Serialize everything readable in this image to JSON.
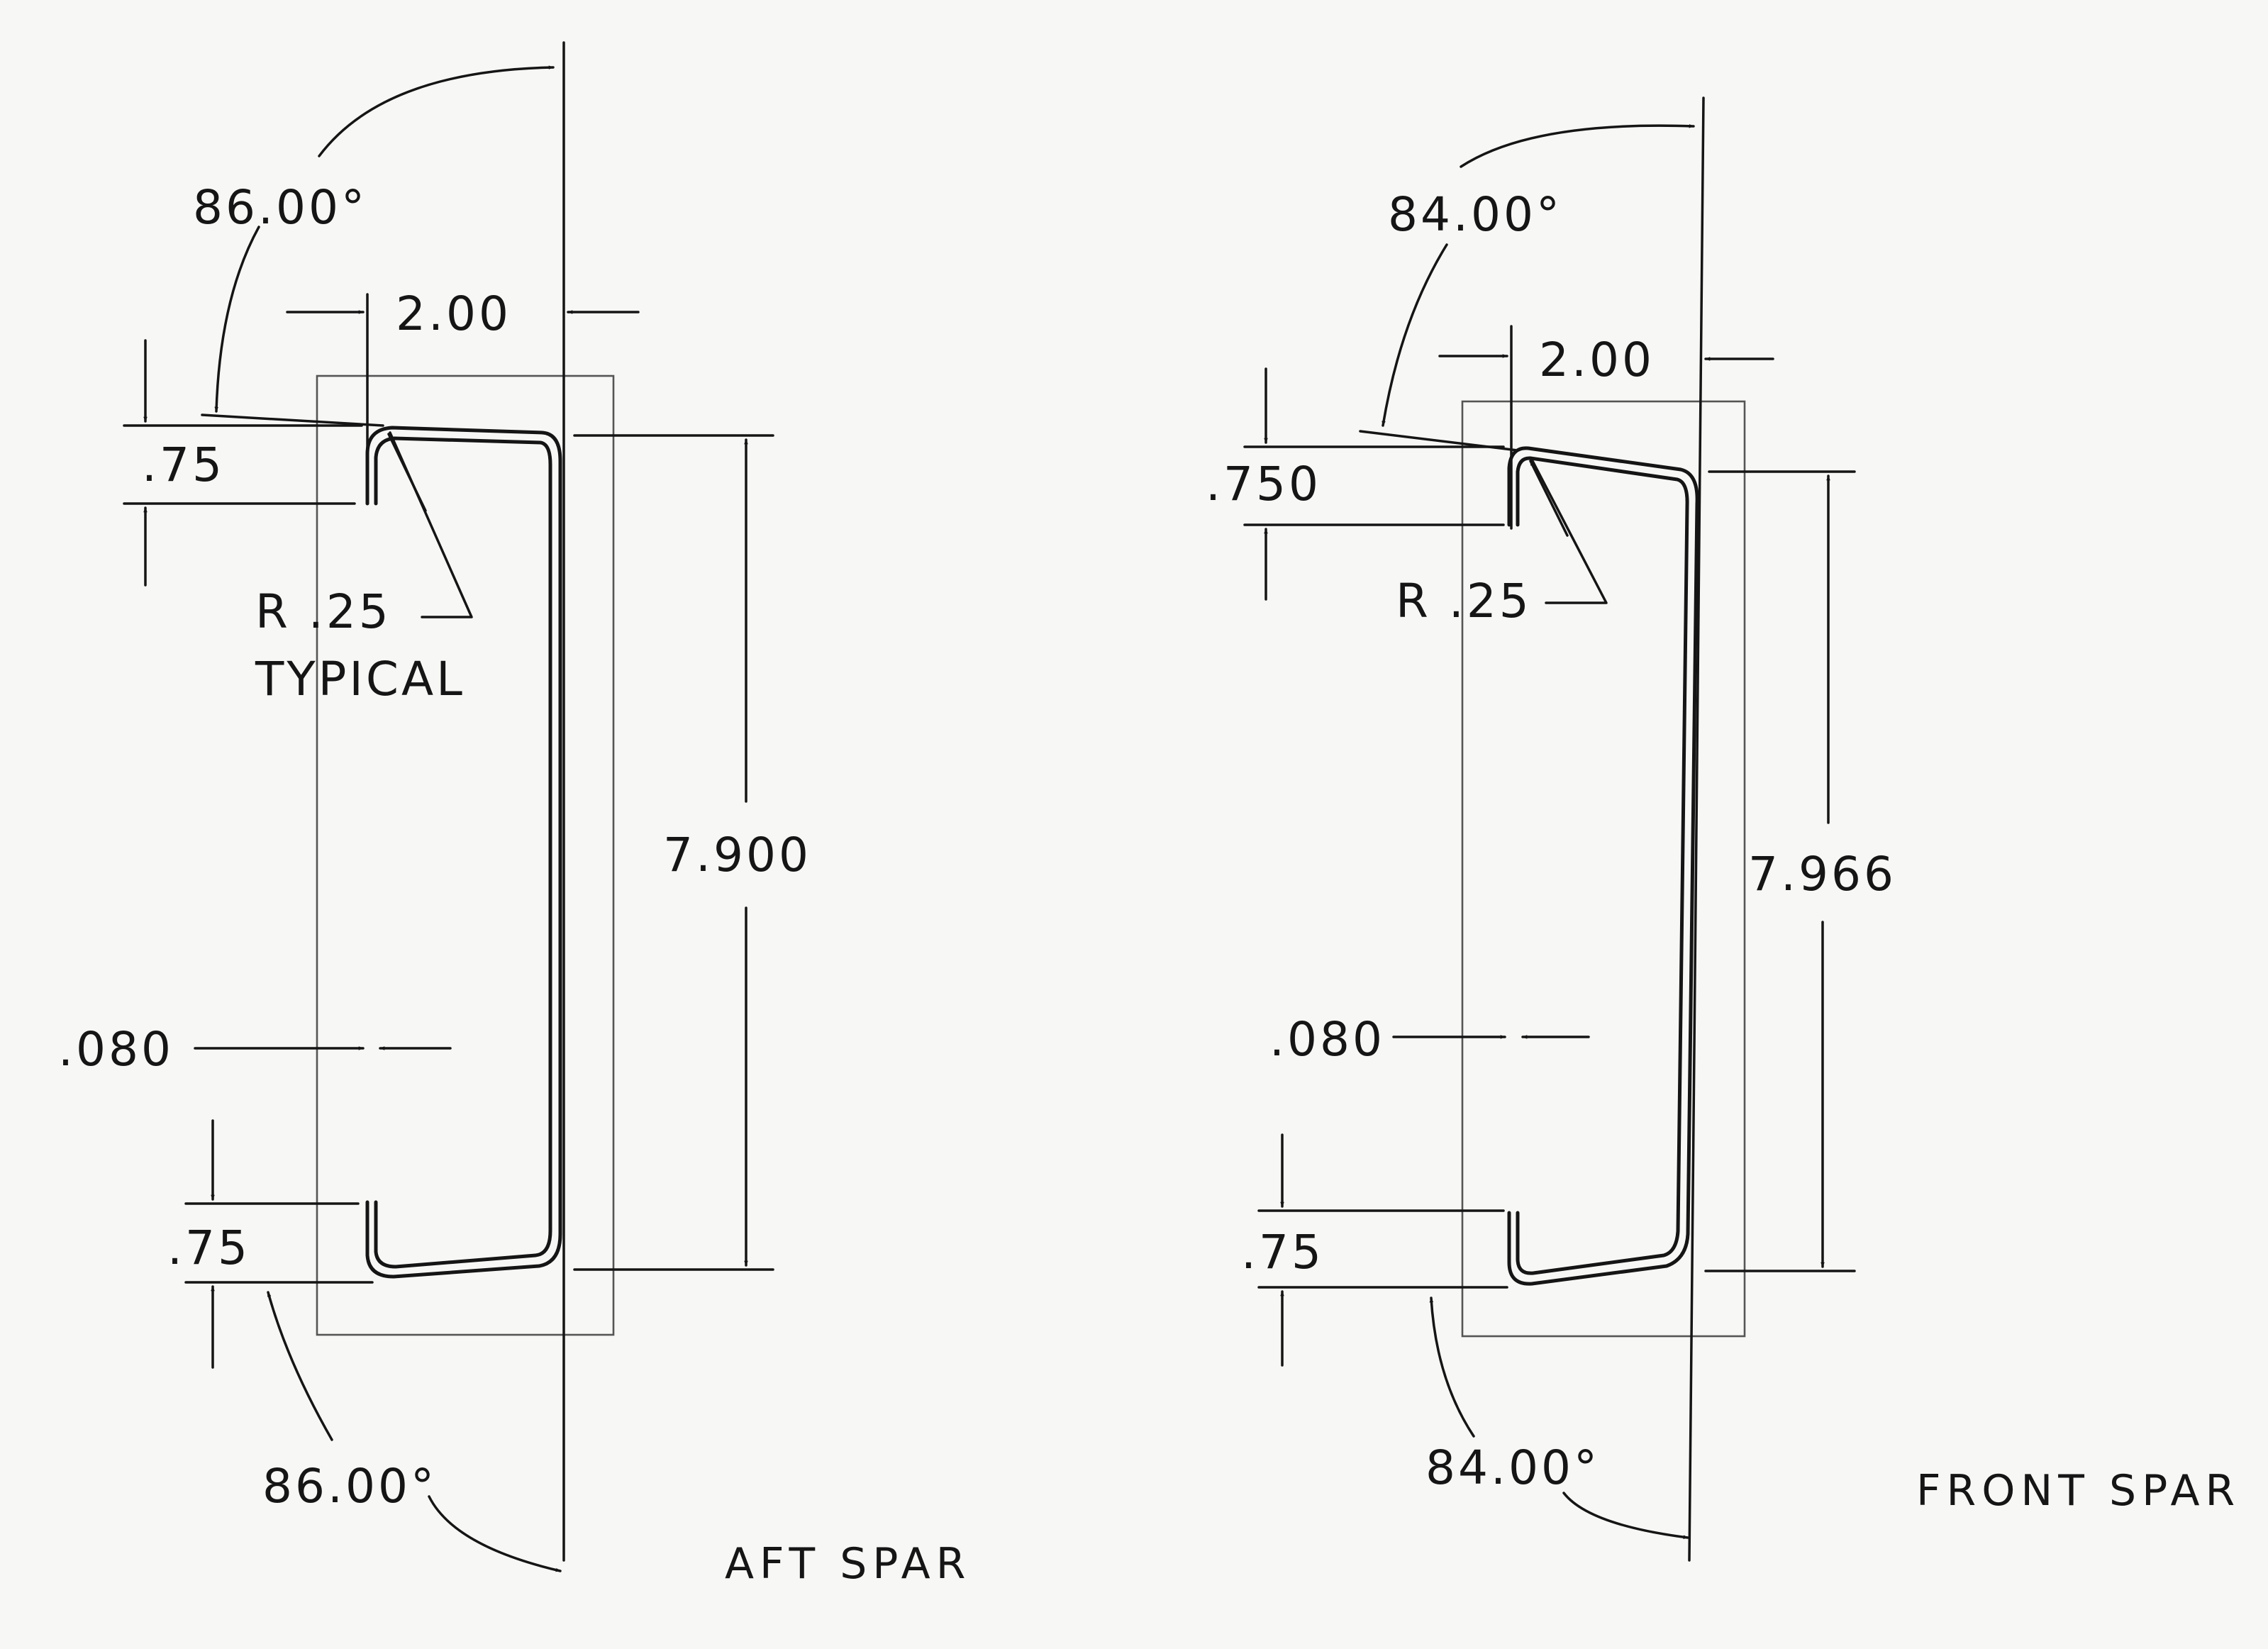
{
  "aft_spar": {
    "title": "AFT SPAR",
    "angle_top": "86.00°",
    "angle_bottom": "86.00°",
    "flange_width": "2.00",
    "lip_top": ".75",
    "lip_bottom": ".75",
    "radius": "R .25",
    "radius_note": "TYPICAL",
    "height": "7.900",
    "thickness": ".080"
  },
  "front_spar": {
    "title": "FRONT SPAR",
    "angle_top": "84.00°",
    "angle_bottom": "84.00°",
    "flange_width": "2.00",
    "lip_top": ".750",
    "lip_bottom": ".75",
    "radius": "R .25",
    "height": "7.966",
    "thickness": ".080"
  }
}
